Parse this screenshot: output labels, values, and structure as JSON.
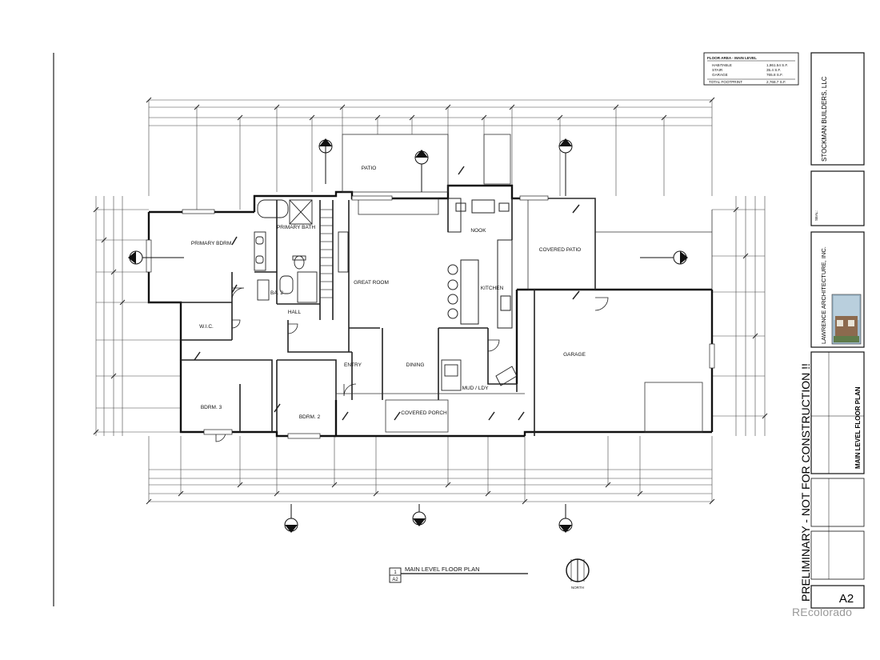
{
  "floor_area": {
    "title": "FLOOR AREA - MAIN LEVEL",
    "rows": [
      {
        "label": "HABITABLE",
        "value": "1,861.54 S.F."
      },
      {
        "label": "STAIR",
        "value": "35.4 S.F."
      },
      {
        "label": "GARAGE",
        "value": "765.8 S.F."
      }
    ],
    "total_label": "TOTAL FOOTPRINT",
    "total_value": "2,768.7 S.F."
  },
  "builder": {
    "name": "STOCKMAN BUILDERS, LLC"
  },
  "architect": {
    "name": "LAWRENCE ARCHITECTURE, INC."
  },
  "seal_label": "SEAL:",
  "sheet": {
    "title": "MAIN LEVEL FLOOR PLAN",
    "number": "A2",
    "warning": "PRELIMINARY - NOT FOR CONSTRUCTION !!"
  },
  "rooms": {
    "patio": "PATIO",
    "nook": "NOOK",
    "covered_patio": "COVERED PATIO",
    "primary_bath": "PRIMARY BATH",
    "primary_bdrm": "PRIMARY BDRM.",
    "great_room": "GREAT ROOM",
    "kitchen": "KITCHEN",
    "ba2": "BA. 2",
    "hall": "HALL",
    "wic": "W.I.C.",
    "garage": "GARAGE",
    "entry": "ENTRY",
    "dining": "DINING",
    "mud_ldy": "MUD / LDY",
    "bdrm3": "BDRM. 3",
    "bdrm2": "BDRM. 2",
    "covered_porch": "COVERED PORCH"
  },
  "plan_title": {
    "number": "1",
    "sheet": "A2",
    "label": "MAIN LEVEL FLOOR PLAN"
  },
  "north_label": "NORTH",
  "watermark": "REcolorado"
}
